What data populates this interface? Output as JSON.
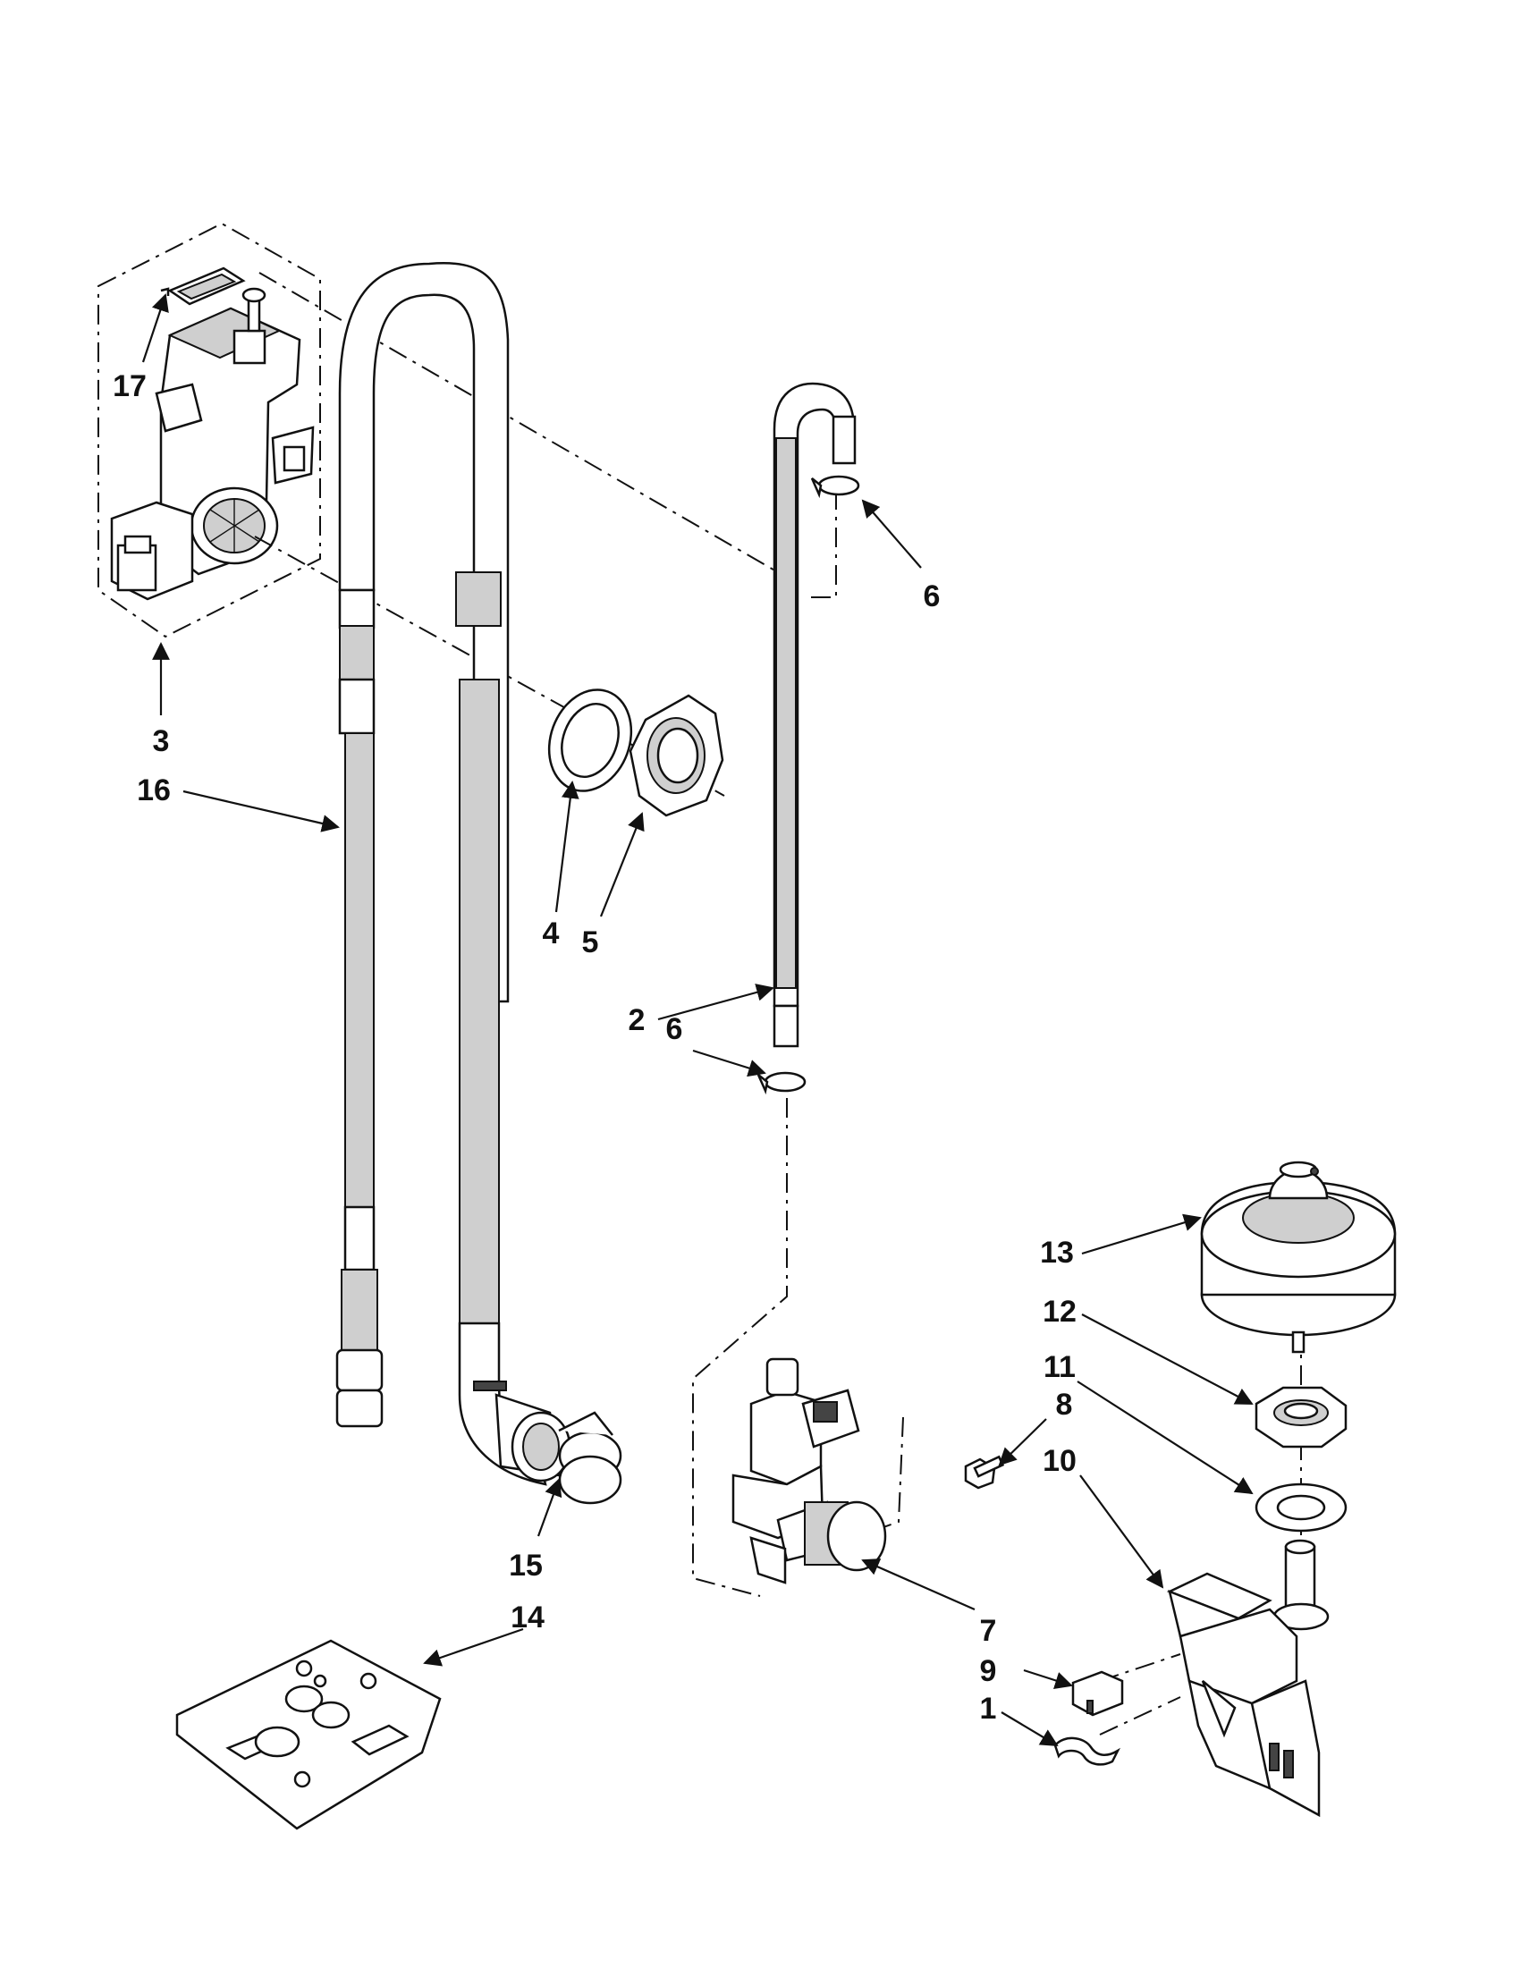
{
  "callouts": [
    {
      "id": "1",
      "label": "1"
    },
    {
      "id": "2",
      "label": "2"
    },
    {
      "id": "3",
      "label": "3"
    },
    {
      "id": "4",
      "label": "4"
    },
    {
      "id": "5",
      "label": "5"
    },
    {
      "id": "6a",
      "label": "6"
    },
    {
      "id": "6b",
      "label": "6"
    },
    {
      "id": "7",
      "label": "7"
    },
    {
      "id": "8",
      "label": "8"
    },
    {
      "id": "9",
      "label": "9"
    },
    {
      "id": "10",
      "label": "10"
    },
    {
      "id": "11",
      "label": "11"
    },
    {
      "id": "12",
      "label": "12"
    },
    {
      "id": "13",
      "label": "13"
    },
    {
      "id": "14",
      "label": "14"
    },
    {
      "id": "15",
      "label": "15"
    },
    {
      "id": "16",
      "label": "16"
    },
    {
      "id": "17",
      "label": "17"
    }
  ],
  "colors": {
    "ink": "#111111",
    "shade": "#cfcfcf",
    "paper": "#ffffff"
  }
}
